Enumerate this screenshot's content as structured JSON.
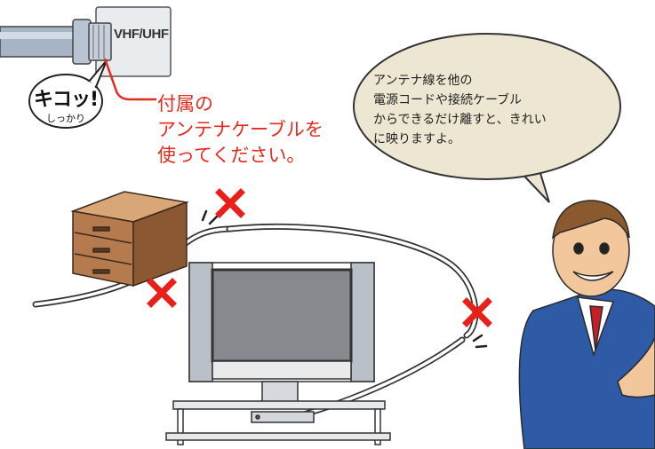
{
  "connector": {
    "port_label": "VHF/UHF"
  },
  "click_callout": {
    "sound": "キコッ!",
    "note": "しっかり"
  },
  "caption": {
    "text": "付属の\nアンテナケーブルを\n使ってください。"
  },
  "speech_bubble": {
    "text": "アンテナ線を他の\n電源コードや接続ケーブル\nからできるだけ離すと、きれい\nに映りますよ。"
  },
  "colors": {
    "caption_red": "#e62a1f",
    "cross_red": "#e8201a",
    "bubble_fill": "#ece6d2",
    "suit_blue": "#2f5aa6",
    "cable_grey": "#9aa4b2",
    "wood_brown": "#b57a4d"
  },
  "icons": {
    "wrong_mark": "cross-icon"
  }
}
